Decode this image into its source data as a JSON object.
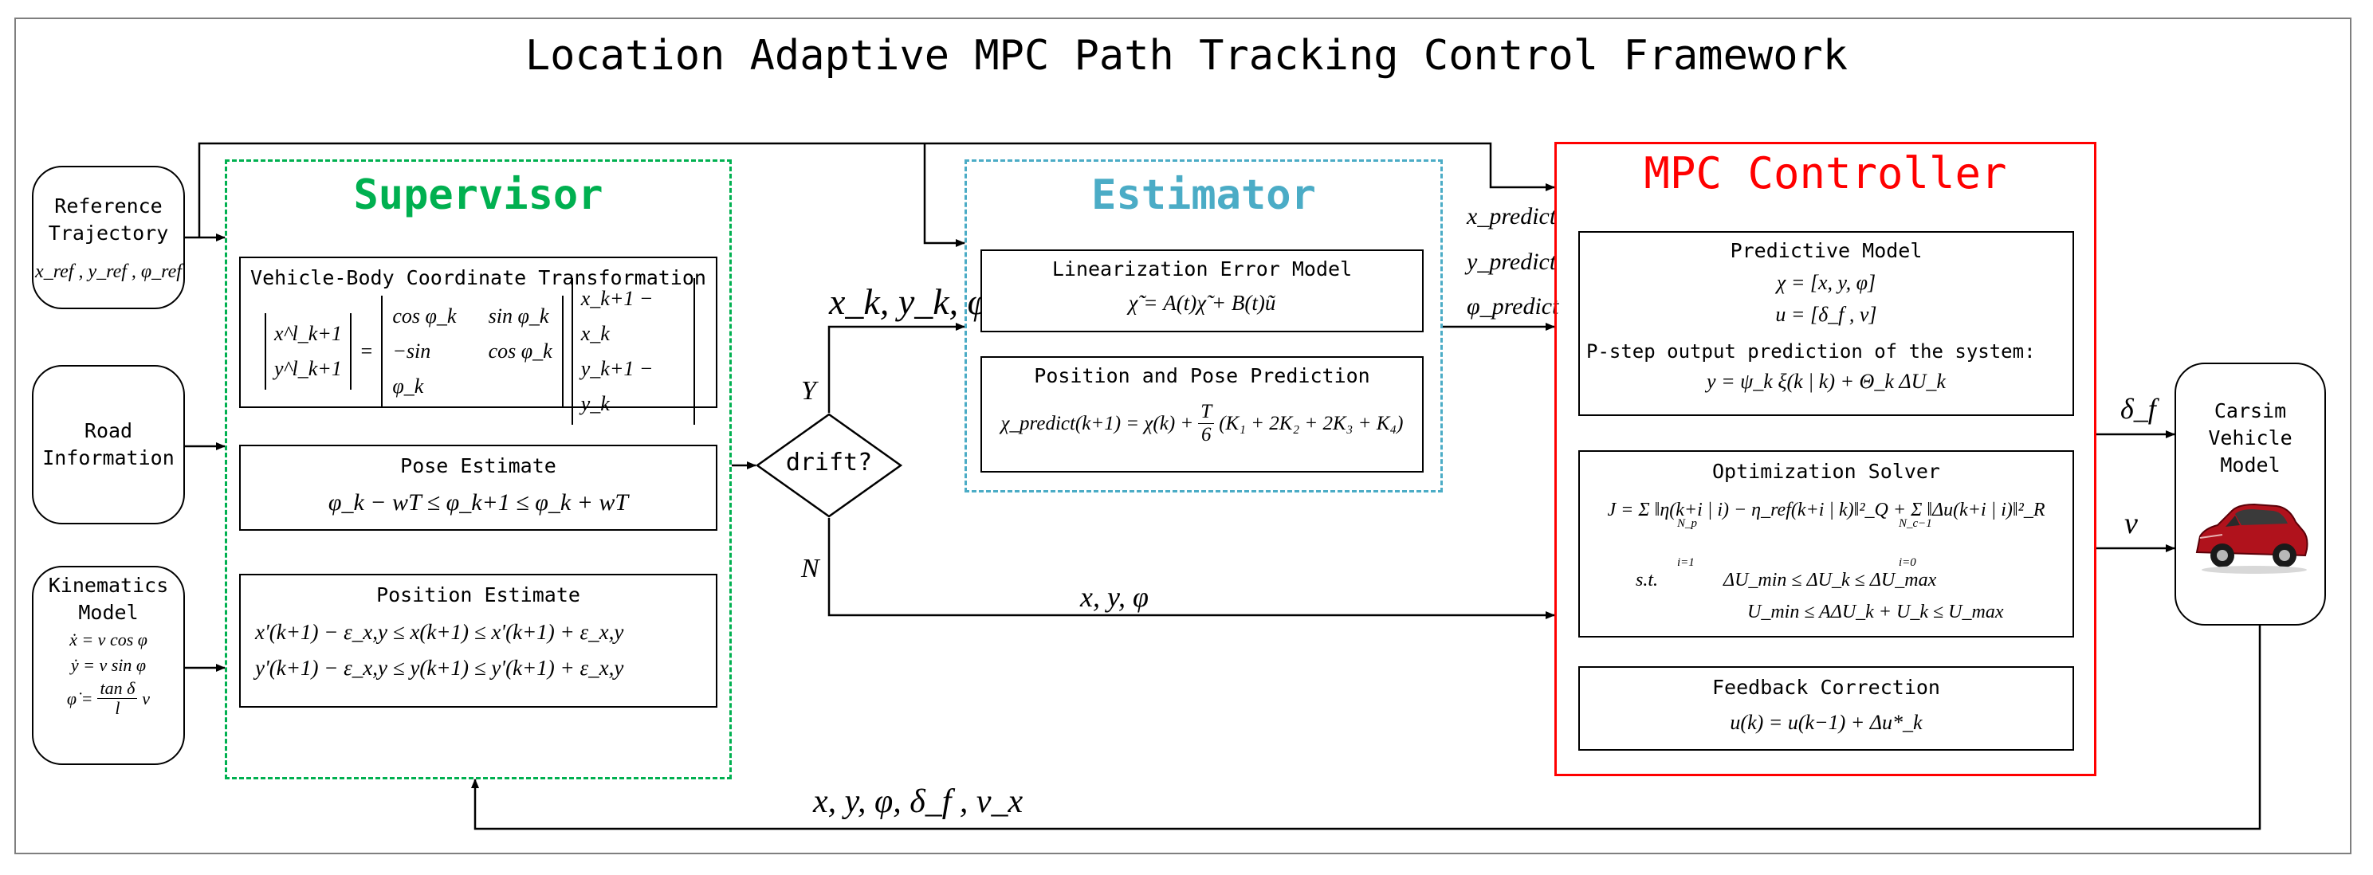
{
  "title": "Location Adaptive MPC Path Tracking Control Framework",
  "colors": {
    "supervisor": "#00b050",
    "estimator": "#4bacc6",
    "mpc": "#ff0000",
    "car_body": "#b0121c"
  },
  "inputs": {
    "reference": {
      "line1": "Reference",
      "line2": "Trajectory",
      "math": "x_ref , y_ref , φ_ref"
    },
    "road": {
      "line1": "Road",
      "line2": "Information"
    },
    "kinematics": {
      "line1": "Kinematics",
      "line2": "Model",
      "eq1": "ẋ = v cos φ",
      "eq2": "ẏ = v sin φ",
      "eq3_left": "φ̇ =",
      "eq3_num": "tan δ",
      "eq3_den": "l",
      "eq3_right": "v"
    }
  },
  "supervisor": {
    "title": "Supervisor",
    "transform": {
      "label": "Vehicle-Body Coordinate Transformation",
      "lhs_top": "x^l_k+1",
      "lhs_bot": "y^l_k+1",
      "m11": "cos φ_k",
      "m12": "sin φ_k",
      "m21": "−sin φ_k",
      "m22": "cos φ_k",
      "v1": "x_k+1 − x_k",
      "v2": "y_k+1 − y_k"
    },
    "pose": {
      "label": "Pose Estimate",
      "eq": "φ_k − wT ≤ φ_k+1 ≤ φ_k + wT"
    },
    "position": {
      "label": "Position Estimate",
      "eq1": "x'(k+1) − ε_x,y ≤ x(k+1) ≤ x'(k+1) + ε_x,y",
      "eq2": "y'(k+1) − ε_x,y ≤ y(k+1) ≤ y'(k+1) + ε_x,y"
    }
  },
  "decision": {
    "label": "drift?",
    "yes": "Y",
    "no": "N",
    "yes_signal": "x_k, y_k, φ_k",
    "no_signal": "x, y, φ"
  },
  "estimator": {
    "title": "Estimator",
    "linear": {
      "label": "Linearization Error Model",
      "eq": "χ̃ = A(t)χ̃ + B(t)ũ"
    },
    "pred": {
      "label": "Position and Pose Prediction",
      "eq_left": "χ_predict(k+1) = χ(k) +",
      "frac_num": "T",
      "frac_den": "6",
      "eq_right": "(K₁ + 2K₂ + 2K₃ + K₄)"
    }
  },
  "predict_signals": {
    "x": "x_predict",
    "y": "y_predict",
    "phi": "φ_predict"
  },
  "mpc": {
    "title": "MPC Controller",
    "predictive": {
      "label": "Predictive Model",
      "eq1": "χ = [x, y, φ]",
      "eq2": "u = [δ_f , v]",
      "note": "P-step output prediction of the system:",
      "eq3": "y = ψ_k ξ(k | k) + Θ_k ΔU_k"
    },
    "optimization": {
      "label": "Optimization Solver",
      "eq1": "J = Σ ‖η(k+i | i) − η_ref(k+i | k)‖²_Q + Σ ‖Δu(k+i | i)‖²_R",
      "st": "s.t.",
      "c1": "ΔU_min ≤ ΔU_k ≤ ΔU_max",
      "c2": "U_min ≤ AΔU_k + U_k ≤ U_max",
      "sum1_top": "N_p",
      "sum1_bot": "i=1",
      "sum2_top": "N_c−1",
      "sum2_bot": "i=0"
    },
    "feedback": {
      "label": "Feedback Correction",
      "eq": "u(k) = u(k−1) + Δu*_k"
    }
  },
  "outputs": {
    "delta": "δ_f",
    "v": "v"
  },
  "carsim": {
    "line1": "Carsim",
    "line2": "Vehicle",
    "line3": "Model"
  },
  "feedback_signal": "x, y, φ, δ_f , v_x"
}
